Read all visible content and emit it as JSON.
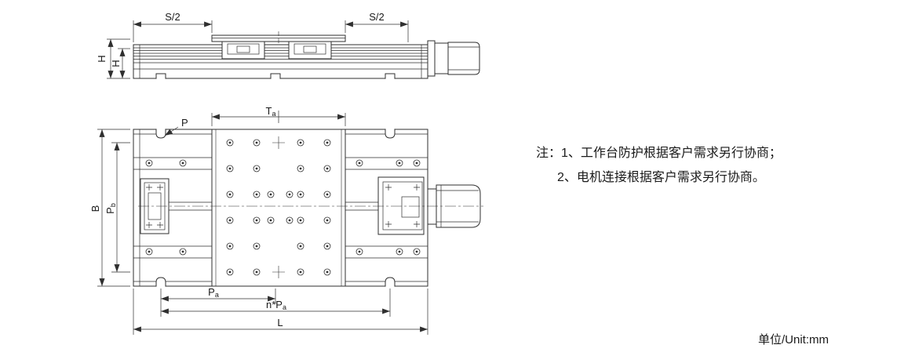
{
  "drawing": {
    "dim_labels": {
      "s2_left": "S/2",
      "s2_right": "S/2",
      "h_total": "H",
      "h_body": "H",
      "p": "P",
      "b": "B",
      "l": "L",
      "ta_main": "T",
      "ta_sub": "a",
      "pb_main": "P",
      "pb_sub": "b",
      "pa_main": "P",
      "pa_sub": "a",
      "npa_main": "n*P",
      "npa_sub": "a"
    },
    "notes": {
      "line1": "注：1、工作台防护根据客户需求另行协商；",
      "line2": "2、电机连接根据客户需求另行协商。"
    },
    "unit_label": "单位/Unit:mm",
    "colors": {
      "line": "#2f2f2f",
      "background": "#ffffff"
    }
  }
}
